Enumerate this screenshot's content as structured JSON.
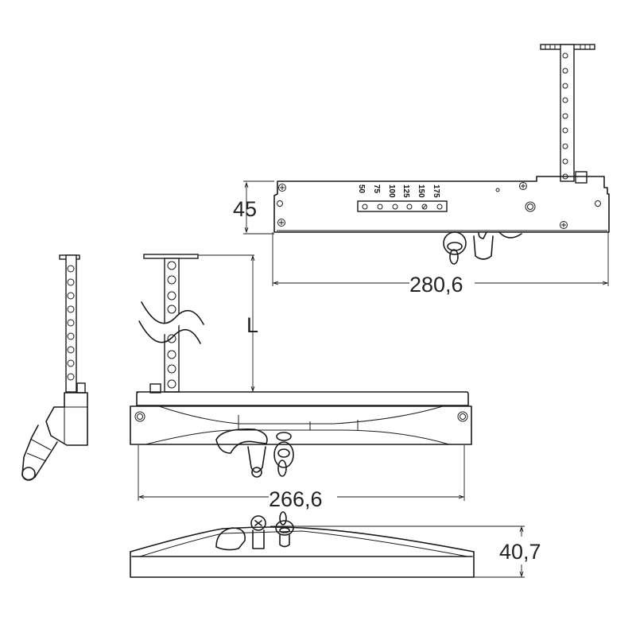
{
  "drawing": {
    "subject": "chain window actuator technical drawing",
    "stroke_color": "#1a1a1a",
    "background": "#ffffff"
  },
  "dimensions": {
    "top_view_height": "45",
    "top_view_length": "280,6",
    "front_view_length": "266,6",
    "bottom_view_height": "40,7",
    "chain_stroke": "L"
  },
  "stroke_scale": {
    "labels": [
      "50",
      "75",
      "100",
      "125",
      "150",
      "175"
    ],
    "selected": "150"
  }
}
